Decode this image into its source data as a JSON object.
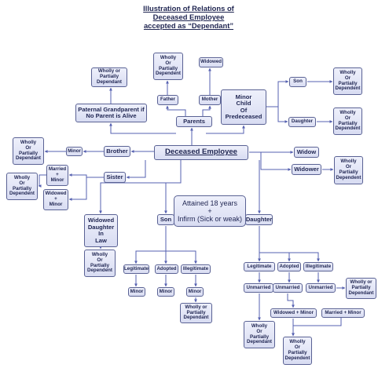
{
  "title": "Illustration of Relations of Deceased Employee accepted as “Dependant”",
  "nodes": {
    "deceased": "Deceased Employee",
    "parents": "Parents",
    "father": "Father",
    "mother": "Mother",
    "father_dep": "Wholly\nOr\nPartially\nDependent",
    "widowed_mother": "Widowed",
    "grandparent": "Paternal Grandparent if\nNo Parent is Alive",
    "grandparent_dep": "Wholly or\nPartially\nDependant",
    "minor_child": "Minor\nChild\nOf\nPredeceased",
    "pc_son": "Son",
    "pc_daughter": "Daughter",
    "pc_son_dep": "Wholly\nOr\nPartially\nDependent",
    "pc_daughter_dep": "Wholly\nOr\nPartially\nDependent",
    "widow": "Widow",
    "widower": "Widower",
    "widower_dep": "Wholly\nOr\nPartially\nDependent",
    "brother": "Brother",
    "brother_minor": "Minor",
    "brother_dep": "Wholly\nOr\nPartially\nDependant",
    "sister": "Sister",
    "sister_married": "Married\n+\nMinor",
    "sister_widowed": "Widowed\n+\nMinor",
    "sister_dep": "Wholly\nOr\nPartially\nDependent",
    "widowed_dil": "Widowed\nDaughter\nIn\nLaw",
    "dil_dep": "Wholly\nOr\nPartially\nDependent",
    "infirm": "Attained 18 years\n+\nInfirm (Sick or weak)",
    "son": "Son",
    "daughter": "Daughter",
    "son_legit": "Legitimate",
    "son_adopted": "Adopted",
    "son_illegit": "Illegitimate",
    "son_legit_minor": "Minor",
    "son_adopted_minor": "Minor",
    "son_illegit_minor": "Minor",
    "son_illegit_dep": "Wholly or\nPartially\nDependant",
    "dau_legit": "Legitimate",
    "dau_adopted": "Adopted",
    "dau_illegit": "Illegitimate",
    "dau_legit_unm": "Unmarried",
    "dau_adopted_unm": "Unmarried",
    "dau_illegit_unm": "Unmarried",
    "dau_illegit_dep": "Wholly or\nPartially\nDependant",
    "dau_legit_dep": "Wholly\nOr\nPartially\nDependant",
    "widowed_minor": "Widowed + Minor",
    "married_minor": "Married + Minor",
    "dau_final_dep": "Wholly\nOr\nPartially\nDependent"
  },
  "colors": {
    "edge": "#5560b0",
    "node_border": "#5a6294",
    "node_fill_top": "#eef0fb",
    "node_fill_bottom": "#d8dcf2",
    "text": "#1f2552"
  }
}
